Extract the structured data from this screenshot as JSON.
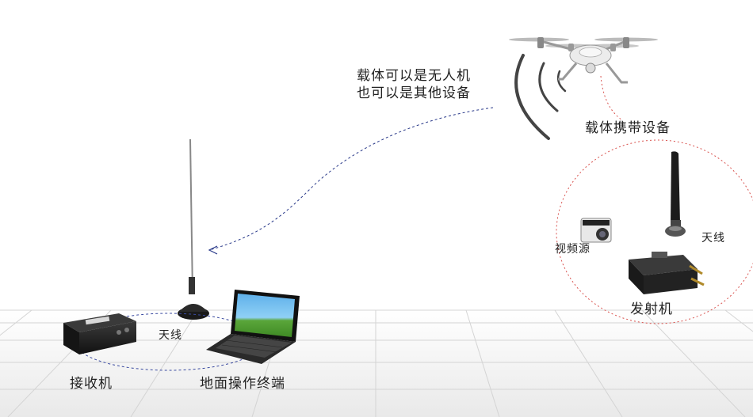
{
  "carrier_note": {
    "line1": "载体可以是无人机",
    "line2": "也可以是其他设备"
  },
  "labels": {
    "carrier_equipment": "载体携带设备",
    "antenna_tx": "天线",
    "video_source": "视频源",
    "transmitter": "发射机",
    "antenna_rx": "天线",
    "receiver": "接收机",
    "ground_terminal": "地面操作终端"
  },
  "colors": {
    "link_dashed": "#2a3a8a",
    "group_dashed_red": "#d9534f",
    "ground_ellipse": "#3a4aa0",
    "signal_arcs": "#444444"
  }
}
